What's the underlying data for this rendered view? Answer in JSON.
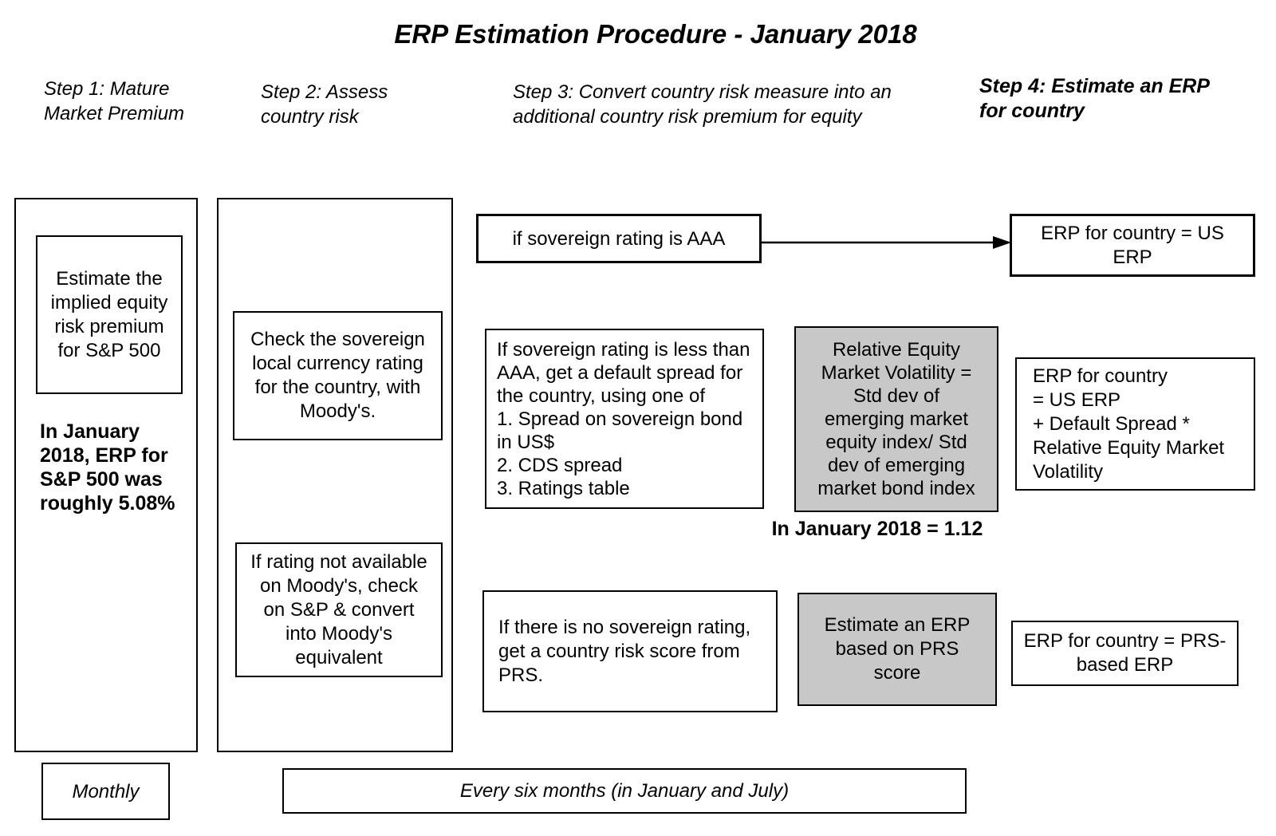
{
  "title": "ERP Estimation Procedure - January 2018",
  "steps": {
    "step1": "Step 1: Mature\nMarket Premium",
    "step2": "Step 2: Assess\ncountry risk",
    "step3": "Step 3: Convert country risk measure into an\nadditional country risk premium for equity",
    "step4": "Step 4: Estimate an ERP\nfor country"
  },
  "column1": {
    "estimate_box": "Estimate the\nimplied equity\nrisk premium\nfor S&P 500",
    "note": "In January\n2018, ERP for\nS&P 500 was\nroughly 5.08%"
  },
  "column2": {
    "moodys_box": "Check the sovereign\nlocal currency rating\nfor the country, with\nMoody's.",
    "sp_convert_box": "If rating not available\non Moody's, check\non S&P & convert\ninto Moody's\nequivalent"
  },
  "column3": {
    "aaa_box": "if sovereign rating is AAA",
    "less_than_aaa_box": "If sovereign rating is less than\nAAA, get a default spread for\nthe country, using one of\n1. Spread on sovereign bond\nin US$\n2. CDS spread\n3. Ratings table",
    "volatility_box": "Relative Equity\nMarket Volatility =\nStd dev of\nemerging market\nequity index/ Std\ndev of emerging\nmarket bond index",
    "volatility_note": "In January 2018 = 1.12",
    "no_rating_box": "If there is no sovereign rating,\nget a country risk score from\nPRS.",
    "prs_estimate_box": "Estimate an ERP\nbased on PRS\nscore"
  },
  "column4": {
    "us_erp_box": "ERP for country = US\nERP",
    "formula_box": "ERP for country\n= US ERP\n+ Default Spread *\nRelative Equity Market\nVolatility",
    "prs_erp_box": "ERP for country = PRS-\nbased ERP"
  },
  "footer": {
    "monthly": "Monthly",
    "semiannual": "Every six months (in January and July)"
  },
  "colors": {
    "background": "#ffffff",
    "border": "#000000",
    "gray_fill": "#c8c8c8",
    "text": "#000000"
  }
}
